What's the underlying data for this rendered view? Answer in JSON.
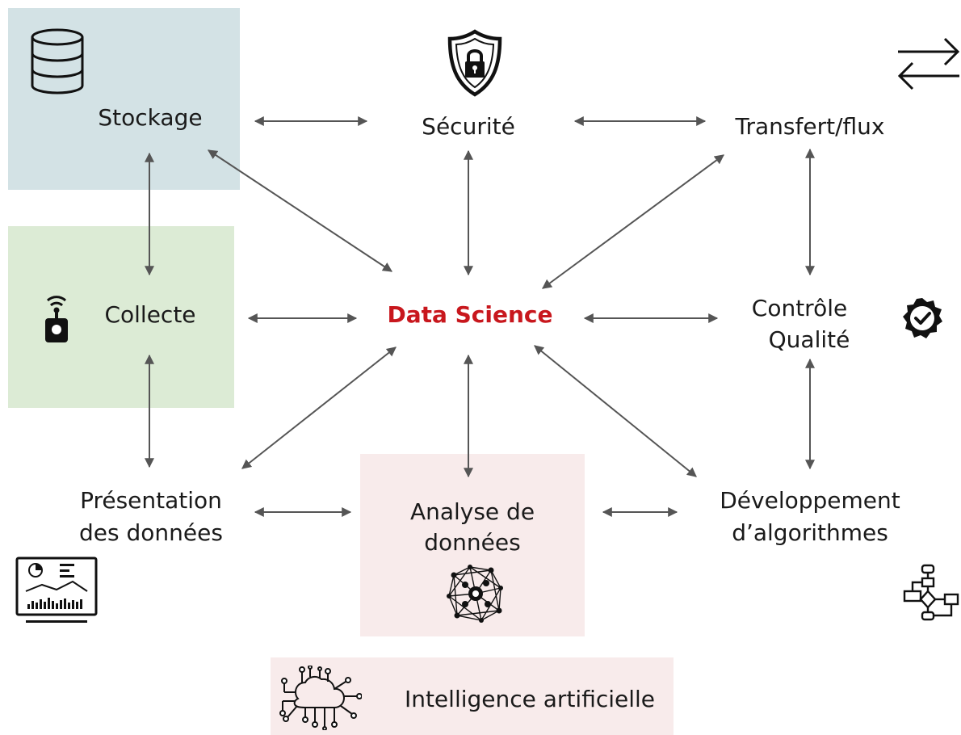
{
  "colors": {
    "storage_bg": "#d3e2e5",
    "collect_bg": "#dcebd5",
    "analysis_bg": "#f8ebeb",
    "ai_bg": "#f8ebeb",
    "arrow": "#555555",
    "center_text": "#c8171d"
  },
  "nodes": {
    "center": "Data Science",
    "stockage": "Stockage",
    "securite": "Sécurité",
    "transfert": "Transfert/flux",
    "collecte": "Collecte",
    "controle_line1": "Contrôle",
    "controle_line2": "Qualité",
    "presentation_line1": "Présentation",
    "presentation_line2": "des données",
    "analyse_line1": "Analyse de",
    "analyse_line2": "données",
    "developpement_line1": "Développement",
    "developpement_line2": "d’algorithmes",
    "ia": "Intelligence artificielle"
  },
  "icons": {
    "stockage": "database-icon",
    "securite": "shield-lock-icon",
    "transfert": "transfer-arrows-icon",
    "collecte": "wireless-sensor-icon",
    "controle": "verified-badge-icon",
    "presentation": "dashboard-monitor-icon",
    "analyse": "network-graph-icon",
    "developpement": "flowchart-icon",
    "ia": "cloud-circuit-icon"
  }
}
